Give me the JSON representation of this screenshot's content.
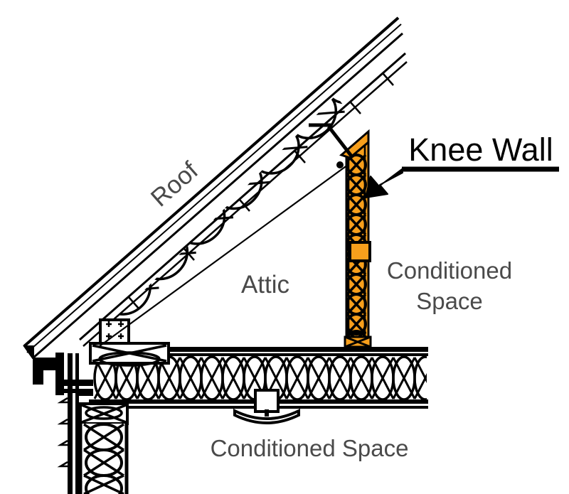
{
  "figure": {
    "title": "Knee Wall Attic Cross-Section Detail",
    "background_color": "#ffffff"
  },
  "colors": {
    "insulation_orange": "#F79F1C",
    "insulation_orange_dark": "#E08A0A",
    "line_black": "#000000",
    "label_gray": "#4a4a4a",
    "white": "#ffffff"
  },
  "labels": {
    "roof": "Roof",
    "attic": "Attic",
    "knee_wall": "Knee Wall",
    "conditioned_space_right_line1": "Conditioned",
    "conditioned_space_right_line2": "Space",
    "conditioned_space_bottom": "Conditioned Space"
  },
  "components": {
    "roof_assembly": "sloped-roof-with-batt-insulation",
    "knee_wall": "vertical-insulated-knee-wall",
    "attic_floor": "floor-joists-with-batt-insulation",
    "exterior_wall": "exterior-wall-with-batt-insulation",
    "eave": "soffit-and-fascia-overhang",
    "truss_plate": "metal-connector-plate",
    "outlet_box": "electrical-outlet-box",
    "light_fixture": "recessed-ceiling-light"
  },
  "annotation": {
    "arrow_target": "knee-wall",
    "arrow_direction": "down-left"
  }
}
